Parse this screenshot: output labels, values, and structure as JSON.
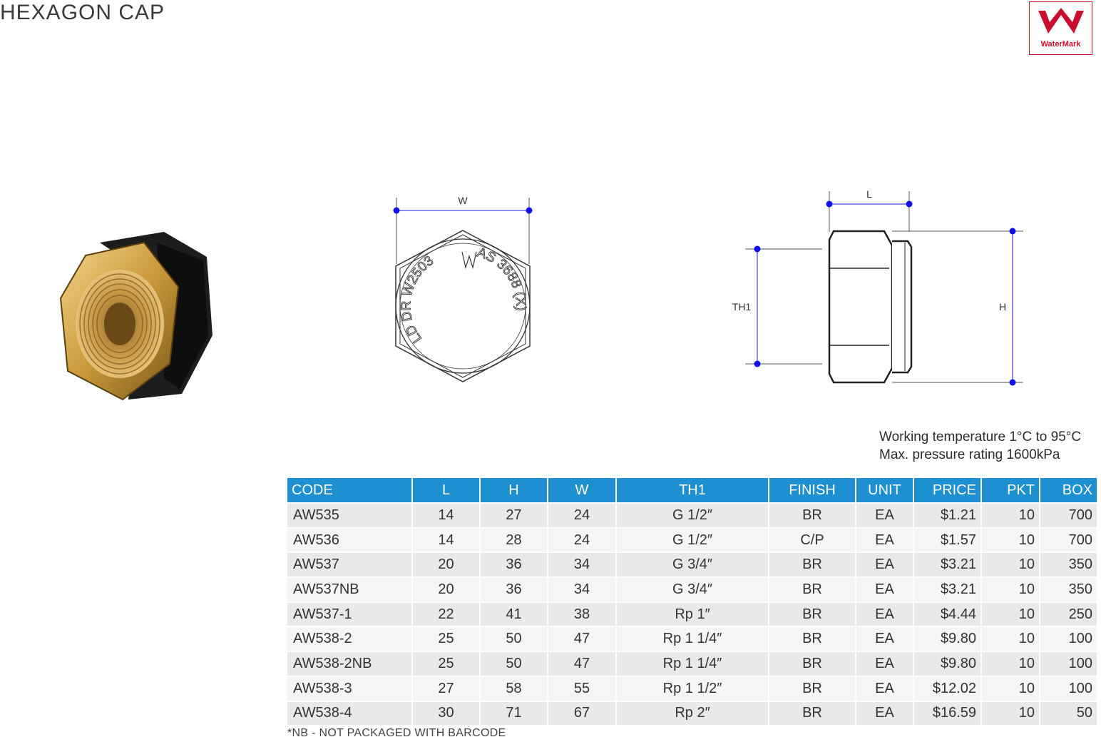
{
  "title": "HEXAGON CAP",
  "logo": {
    "text": "WaterMark",
    "color": "#c8102e"
  },
  "diagram_labels": {
    "w": "W",
    "l": "L",
    "th1": "TH1",
    "h": "H"
  },
  "stamp": {
    "arc1": "LD DR W2503",
    "arc2": "AS 3688 (X)"
  },
  "specs": {
    "temperature": "Working temperature 1°C to 95°C",
    "pressure": "Max. pressure rating 1600kPa"
  },
  "table": {
    "headers": [
      "CODE",
      "L",
      "H",
      "W",
      "TH1",
      "FINISH",
      "UNIT",
      "PRICE",
      "PKT",
      "BOX"
    ],
    "rows": [
      [
        "AW535",
        "14",
        "27",
        "24",
        "G 1/2″",
        "BR",
        "EA",
        "$1.21",
        "10",
        "700"
      ],
      [
        "AW536",
        "14",
        "28",
        "24",
        "G 1/2″",
        "C/P",
        "EA",
        "$1.57",
        "10",
        "700"
      ],
      [
        "AW537",
        "20",
        "36",
        "34",
        "G 3/4″",
        "BR",
        "EA",
        "$3.21",
        "10",
        "350"
      ],
      [
        "AW537NB",
        "20",
        "36",
        "34",
        "G 3/4″",
        "BR",
        "EA",
        "$3.21",
        "10",
        "350"
      ],
      [
        "AW537-1",
        "22",
        "41",
        "38",
        "Rp 1″",
        "BR",
        "EA",
        "$4.44",
        "10",
        "250"
      ],
      [
        "AW538-2",
        "25",
        "50",
        "47",
        "Rp 1 1/4″",
        "BR",
        "EA",
        "$9.80",
        "10",
        "100"
      ],
      [
        "AW538-2NB",
        "25",
        "50",
        "47",
        "Rp 1 1/4″",
        "BR",
        "EA",
        "$9.80",
        "10",
        "100"
      ],
      [
        "AW538-3",
        "27",
        "58",
        "55",
        "Rp 1 1/2″",
        "BR",
        "EA",
        "$12.02",
        "10",
        "100"
      ],
      [
        "AW538-4",
        "30",
        "71",
        "67",
        "Rp 2″",
        "BR",
        "EA",
        "$16.59",
        "10",
        "50"
      ]
    ]
  },
  "footnote": "*NB - NOT PACKAGED WITH BARCODE"
}
